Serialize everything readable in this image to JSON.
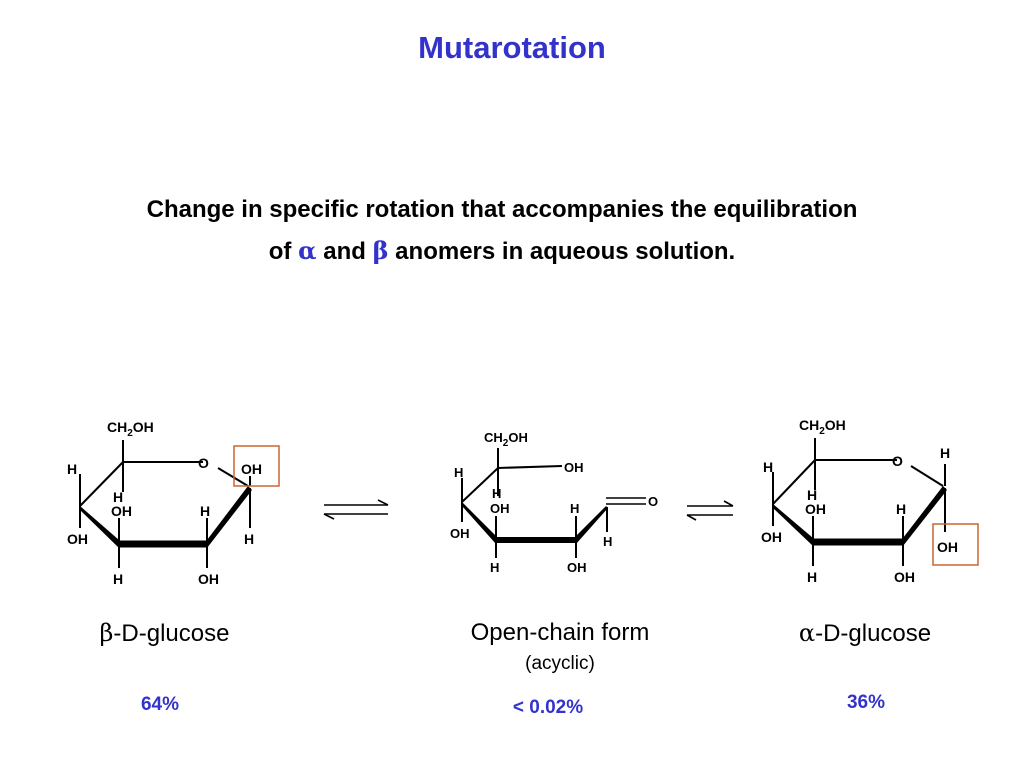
{
  "title": "Mutarotation",
  "subtitle": {
    "line1": "Change in specific rotation that accompanies the equilibration",
    "line2_pre": "of ",
    "alpha": "α",
    "line2_mid": " and ",
    "beta": "β",
    "line2_post": " anomers in aqueous solution."
  },
  "structures": {
    "beta": {
      "greek": "β",
      "name": "-D-glucose",
      "percent": "64%",
      "atoms": {
        "ch2oh_ch": "CH",
        "ch2oh_sub": "2",
        "ch2oh_oh": "OH",
        "ring_o": "O",
        "c1_oh": "OH",
        "c1_h": "H",
        "c4_h": "H",
        "c4_oh": "OH",
        "c3_h": "H",
        "c3_oh": "OH",
        "c2_h": "H",
        "c2_oh": "OH",
        "c3_h_low": "H"
      }
    },
    "open": {
      "name": "Open-chain form",
      "subname": "(acyclic)",
      "percent": "< 0.02%",
      "atoms": {
        "ch2oh_ch": "CH",
        "ch2oh_sub": "2",
        "ch2oh_oh": "OH",
        "c5_oh": "OH",
        "c4_h": "H",
        "c4_oh": "OH",
        "c3_h": "H",
        "c3_oh": "OH",
        "c2_h": "H",
        "c2_oh": "OH",
        "aldehyde_o": "O",
        "aldehyde_h": "H",
        "c3_h_low": "H"
      }
    },
    "alpha": {
      "greek": "α",
      "name": "-D-glucose",
      "percent": "36%",
      "atoms": {
        "ch2oh_ch": "CH",
        "ch2oh_sub": "2",
        "ch2oh_oh": "OH",
        "ring_o": "O",
        "c1_h": "H",
        "c1_oh": "OH",
        "c4_h": "H",
        "c4_oh": "OH",
        "c3_h": "H",
        "c3_oh": "OH",
        "c2_h": "H",
        "c2_oh": "OH",
        "c3_h_low": "H"
      }
    }
  },
  "colors": {
    "title": "#3333cc",
    "highlight_box": "#cc6633"
  }
}
